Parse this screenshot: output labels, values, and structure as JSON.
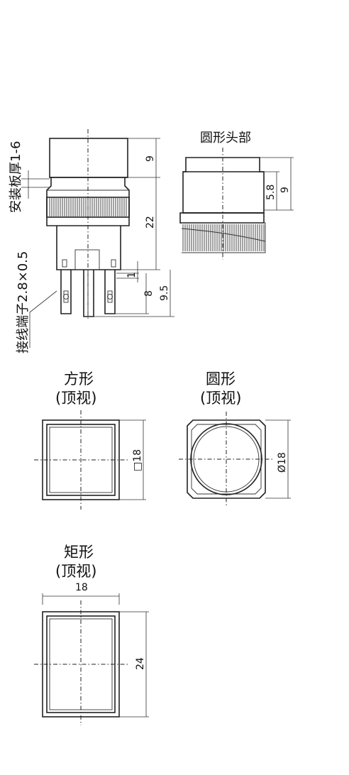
{
  "side_view": {
    "label_panel": "安装板厚1-6",
    "label_terminal": "接线端子2.8×0.5",
    "dim_9": "9",
    "dim_22": "22",
    "dim_1": "1",
    "dim_8": "8",
    "dim_9_5": "9.5"
  },
  "round_head": {
    "title": "圆形头部",
    "dim_5_8": "5.8",
    "dim_9": "9"
  },
  "square_top": {
    "title_line1": "方形",
    "title_line2": "(顶视)",
    "dim": "□18"
  },
  "round_top": {
    "title_line1": "圆形",
    "title_line2": "(顶视)",
    "dim": "Ø18"
  },
  "rect_top": {
    "title_line1": "矩形",
    "title_line2": "(顶视)",
    "dim_w": "18",
    "dim_h": "24"
  }
}
